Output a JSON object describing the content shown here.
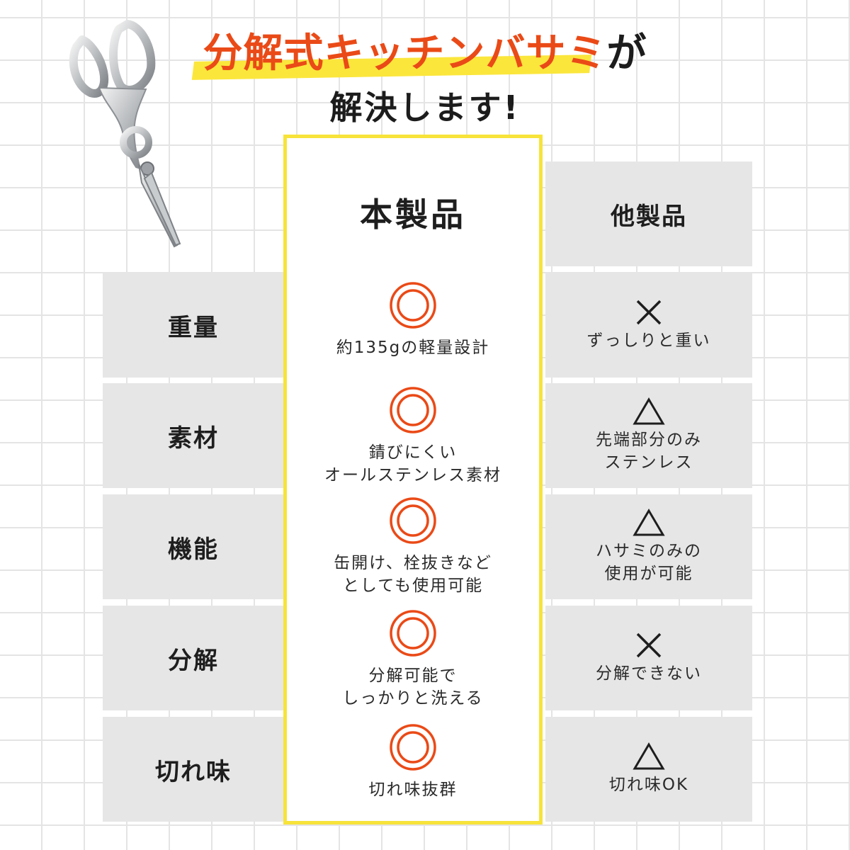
{
  "title": {
    "highlight_text": "分解式キッチンバサミ",
    "suffix": "が",
    "line2": "解決します!",
    "accent_color": "#ea4a17",
    "highlight_color": "#fbe63c"
  },
  "columns": {
    "ours": "本製品",
    "others": "他製品",
    "frame_color": "#f7e33a"
  },
  "rows": [
    {
      "label": "重量",
      "ours_mark": "◎",
      "ours_text": "約135gの軽量設計",
      "others_mark": "×",
      "others_text": "ずっしりと重い"
    },
    {
      "label": "素材",
      "ours_mark": "◎",
      "ours_text": "錆びにくい\nオールステンレス素材",
      "others_mark": "△",
      "others_text": "先端部分のみ\nステンレス"
    },
    {
      "label": "機能",
      "ours_mark": "◎",
      "ours_text": "缶開け、栓抜きなど\nとしても使用可能",
      "others_mark": "△",
      "others_text": "ハサミのみの\n使用が可能"
    },
    {
      "label": "分解",
      "ours_mark": "◎",
      "ours_text": "分解可能で\nしっかりと洗える",
      "others_mark": "×",
      "others_text": "分解できない"
    },
    {
      "label": "切れ味",
      "ours_mark": "◎",
      "ours_text": "切れ味抜群",
      "others_mark": "△",
      "others_text": "切れ味OK"
    }
  ],
  "icons": {
    "product": "kitchen-scissors-icon",
    "ours_mark": "double-circle-icon",
    "cross": "cross-icon",
    "triangle": "triangle-icon"
  }
}
